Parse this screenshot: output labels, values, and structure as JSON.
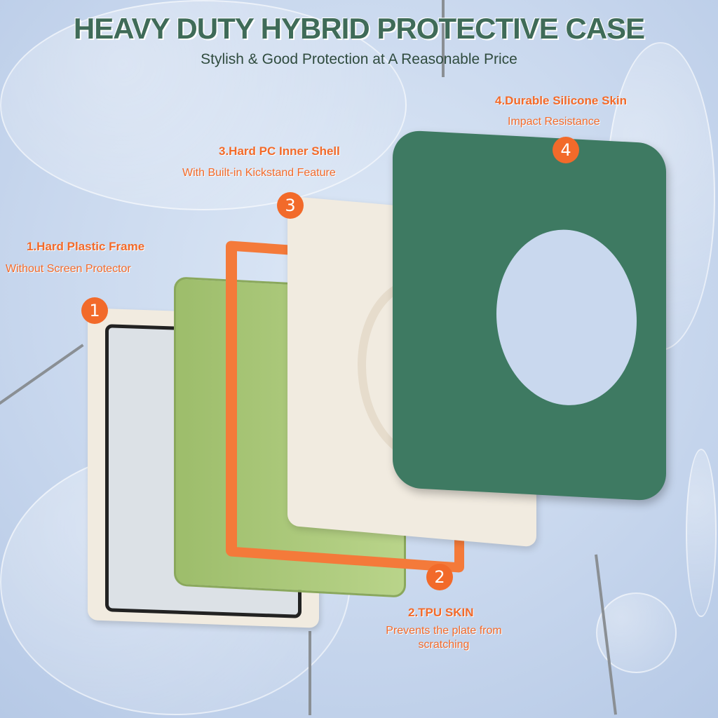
{
  "header": {
    "title": "HEAVY DUTY HYBRID PROTECTIVE CASE",
    "subtitle": "Stylish & Good Protection at A Reasonable Price"
  },
  "features": [
    {
      "number": "1",
      "title": "1.Hard Plastic Frame",
      "description": "Without Screen Protector"
    },
    {
      "number": "2",
      "title": "2.TPU SKIN",
      "description": "Prevents the plate from scratching"
    },
    {
      "number": "3",
      "title": "3.Hard PC Inner Shell",
      "description": "With Built-in Kickstand Feature"
    },
    {
      "number": "4",
      "title": "4.Durable Silicone Skin",
      "description": "Impact Resistance"
    }
  ],
  "colors": {
    "title": "#3f6b58",
    "accent": "#f26a2a",
    "silicone": "#3e7a62",
    "tablet": "#a9c77a",
    "shell": "#f1ebe0"
  }
}
